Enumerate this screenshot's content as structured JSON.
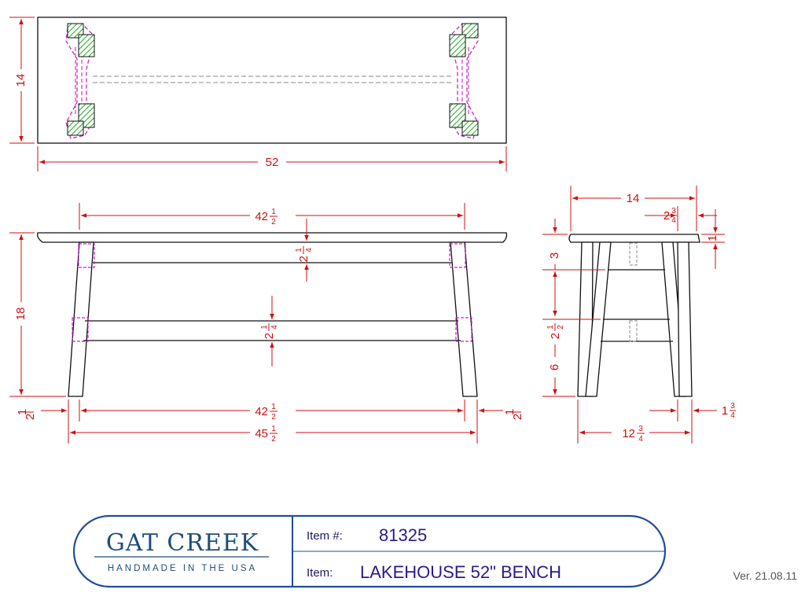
{
  "top_view": {
    "depth": "14",
    "length": "52"
  },
  "front_view": {
    "top_stretcher_span": {
      "whole": "42",
      "num": "1",
      "den": "2"
    },
    "upper_rail_height": {
      "whole": "2",
      "num": "1",
      "den": "4"
    },
    "lower_rail_height": {
      "whole": "2",
      "num": "1",
      "den": "4"
    },
    "seat_height": "18",
    "left_foot_offset": {
      "num": "1",
      "den": "2"
    },
    "right_foot_offset": {
      "num": "1",
      "den": "2"
    },
    "bottom_span": {
      "whole": "42",
      "num": "1",
      "den": "2"
    },
    "overall_span": {
      "whole": "45",
      "num": "1",
      "den": "2"
    }
  },
  "side_view": {
    "top_width": "14",
    "top_offset": {
      "whole": "2",
      "num": "3",
      "den": "4"
    },
    "top_thickness": "1",
    "apron_gap": "3",
    "rail_spacing": {
      "whole": "2",
      "num": "1",
      "den": "2"
    },
    "lower_height": "6",
    "foot_offset": {
      "whole": "1",
      "num": "3",
      "den": "4"
    },
    "foot_span": {
      "whole": "12",
      "num": "3",
      "den": "4"
    }
  },
  "title_block": {
    "brand": "GAT CREEK",
    "tagline": "HANDMADE IN THE USA",
    "item_number_label": "Item #:",
    "item_number": "81325",
    "item_label": "Item:",
    "item_name": "LAKEHOUSE 52\" BENCH"
  },
  "version": "Ver. 21.08.11",
  "colors": {
    "dimension": "#cc1111",
    "outline": "#111111",
    "hidden": "#cc22cc",
    "hatch": "#33aa33",
    "brand": "#1f4d78",
    "title_border": "#1f4d9a"
  }
}
